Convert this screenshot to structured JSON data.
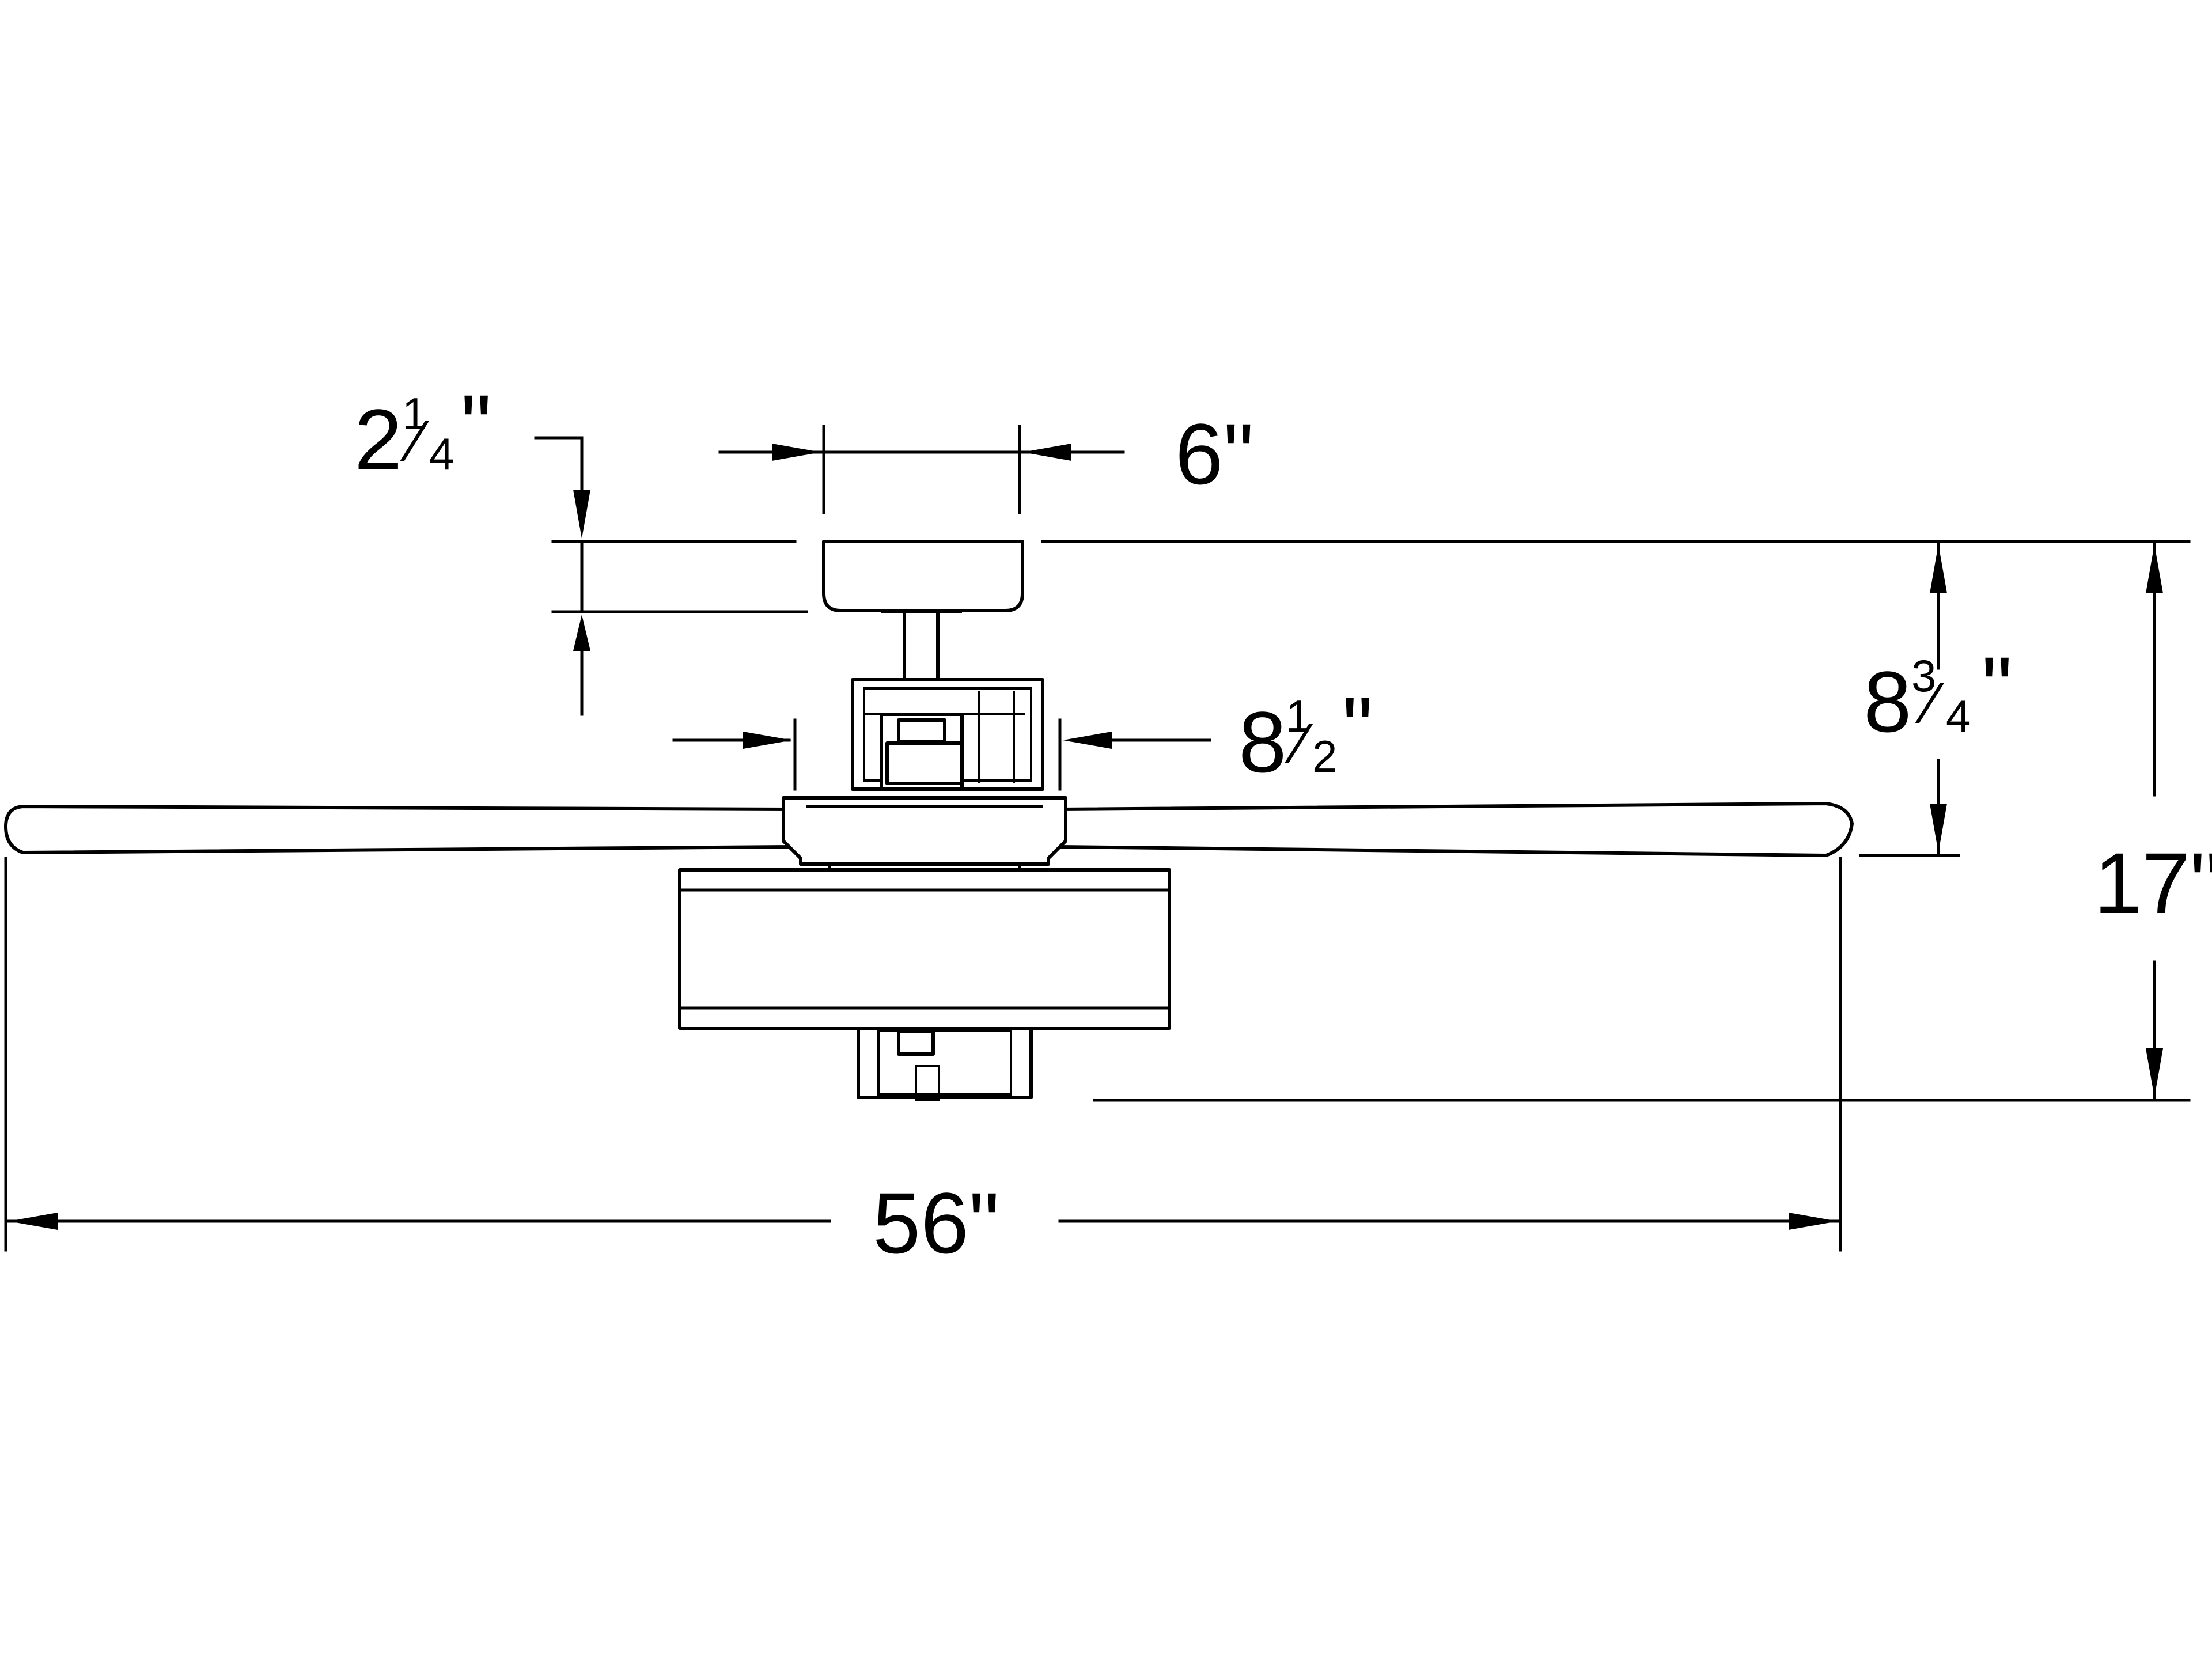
{
  "dimensions": {
    "canopy_height": {
      "whole": "2",
      "num": "1",
      "den": "4",
      "unit": "\""
    },
    "canopy_width": {
      "text": "6\""
    },
    "motor_width": {
      "whole": "8",
      "num": "1",
      "den": "2",
      "unit": "\""
    },
    "ceiling_to_blade": {
      "whole": "8",
      "num": "3",
      "den": "4",
      "unit": "\""
    },
    "overall_height": {
      "text": "17\""
    },
    "blade_span": {
      "text": "56\""
    }
  },
  "colors": {
    "line": "#000000",
    "background": "#ffffff"
  }
}
